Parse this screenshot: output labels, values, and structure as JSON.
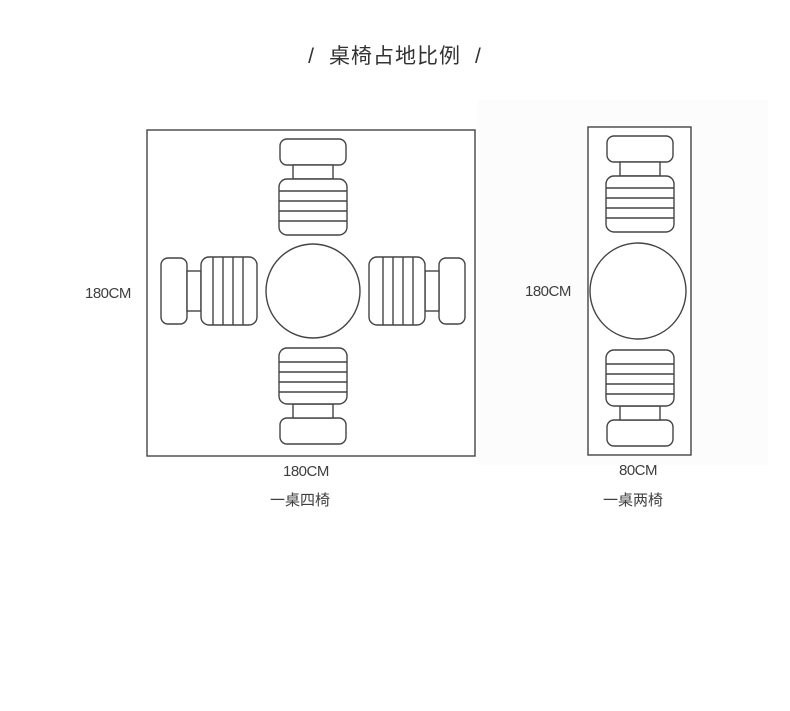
{
  "title": {
    "left_slash": "/",
    "text": "桌椅占地比例",
    "right_slash": "/"
  },
  "layout_four": {
    "height_label": "180CM",
    "width_label": "180CM",
    "caption": "一桌四椅"
  },
  "layout_two": {
    "height_label": "180CM",
    "width_label": "80CM",
    "caption": "一桌两椅"
  },
  "colors": {
    "line": "#444444",
    "background": "#ffffff",
    "panel_shade": "#fafafa"
  }
}
